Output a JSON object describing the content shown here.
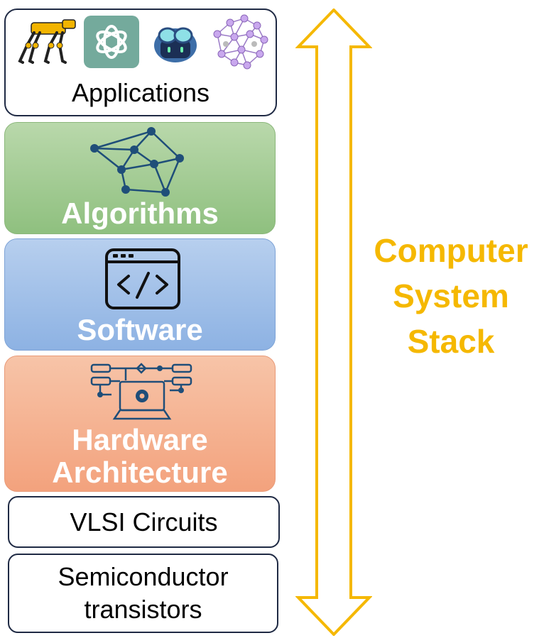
{
  "layers": {
    "applications": {
      "label": "Applications",
      "icons": [
        "robot-dog-icon",
        "openai-logo-icon",
        "copilot-icon",
        "neural-network-brain-icon"
      ]
    },
    "algorithms": {
      "label": "Algorithms",
      "icon": "network-graph-icon"
    },
    "software": {
      "label": "Software",
      "icon": "code-window-icon"
    },
    "hardware": {
      "label_line1": "Hardware",
      "label_line2": "Architecture",
      "icon": "laptop-circuit-icon"
    },
    "vlsi": {
      "label": "VLSI Circuits"
    },
    "semiconductor": {
      "label_line1": "Semiconductor",
      "label_line2": "transistors"
    }
  },
  "stack": {
    "line1": "Computer",
    "line2": "System",
    "line3": "Stack",
    "arrow_icon": "double-headed-vertical-arrow-icon"
  },
  "colors": {
    "accent": "#f5b800",
    "algorithms": "#9dc88d",
    "software": "#9dbde8",
    "hardware": "#f4ac89",
    "border": "#1f2a44",
    "icon": "#1f4e79"
  }
}
